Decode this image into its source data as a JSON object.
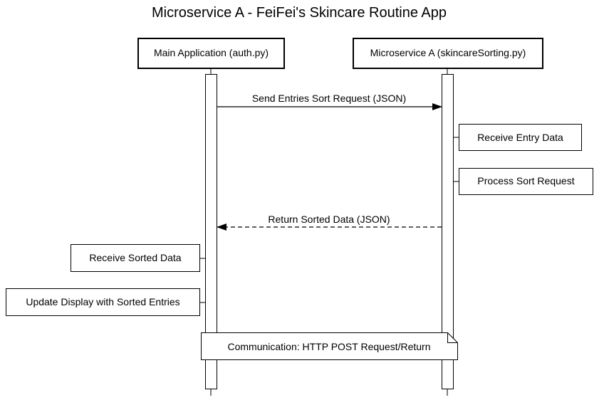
{
  "diagram": {
    "title": "Microservice A - FeiFei's Skincare Routine App",
    "participants": {
      "main": "Main Application (auth.py)",
      "micro": "Microservice A (skincareSorting.py)"
    },
    "messages": {
      "send_request": "Send Entries Sort Request (JSON)",
      "return_data": "Return Sorted Data (JSON)"
    },
    "notes": {
      "receive_entry": "Receive Entry Data",
      "process_sort": "Process Sort Request",
      "receive_sorted": "Receive Sorted Data",
      "update_display": "Update Display with Sorted Entries",
      "communication": "Communication: HTTP POST Request/Return"
    }
  }
}
